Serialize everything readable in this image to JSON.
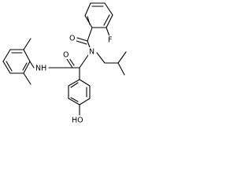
{
  "molecule": {
    "atom_labels": {
      "fluorine": "F",
      "carbonyl_oxygen_benzoyl": "O",
      "amide_nitrogen_tertiary": "N",
      "carbonyl_oxygen_amide": "O",
      "amide_nitrogen_secondary": "NH",
      "hydroxyl_group": "HO"
    }
  }
}
